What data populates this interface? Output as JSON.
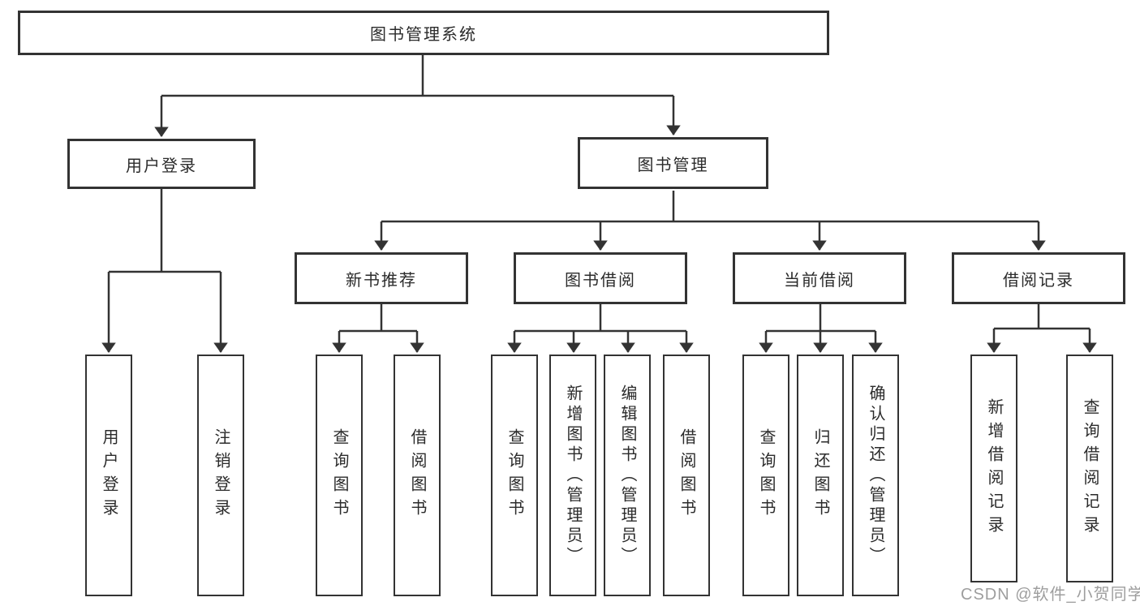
{
  "diagram": {
    "root": {
      "label": "图书管理系统"
    },
    "level2": {
      "user_login": {
        "label": "用户登录",
        "children": [
          {
            "label": "用户登录"
          },
          {
            "label": "注销登录"
          }
        ]
      },
      "book_management": {
        "label": "图书管理",
        "children": [
          {
            "label": "新书推荐",
            "children": [
              {
                "label": "查询图书"
              },
              {
                "label": "借阅图书"
              }
            ]
          },
          {
            "label": "图书借阅",
            "children": [
              {
                "label": "查询图书"
              },
              {
                "label": "新增图书（管理员）"
              },
              {
                "label": "编辑图书（管理员）"
              },
              {
                "label": "借阅图书"
              }
            ]
          },
          {
            "label": "当前借阅",
            "children": [
              {
                "label": "查询图书"
              },
              {
                "label": "归还图书"
              },
              {
                "label": "确认归还（管理员）"
              }
            ]
          },
          {
            "label": "借阅记录",
            "children": [
              {
                "label": "新增借阅记录"
              },
              {
                "label": "查询借阅记录"
              }
            ]
          }
        ]
      }
    },
    "colors": {
      "line": "#333333",
      "box_border": "#333333",
      "box_fill": "#ffffff",
      "text": "#2b2b2b",
      "watermark": "#9e9e9e"
    }
  },
  "watermark": {
    "text": "CSDN @软件_小贺同学"
  }
}
